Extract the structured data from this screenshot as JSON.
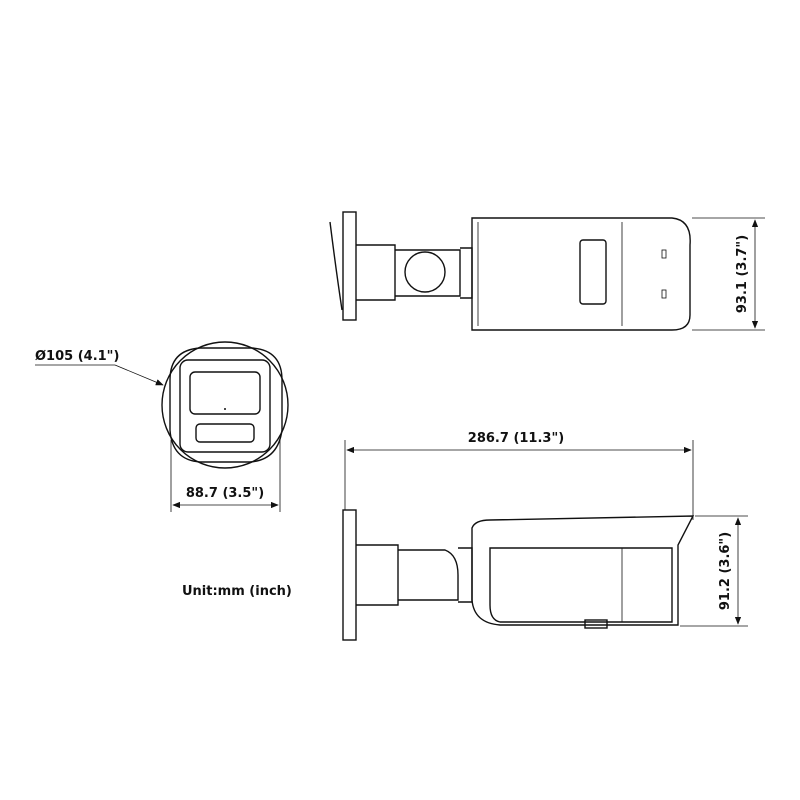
{
  "labels": {
    "diameter": "Ø105 (4.1\")",
    "front_width": "88.7 (3.5\")",
    "unit": "Unit:mm (inch)",
    "length": "286.7 (11.3\")",
    "top_height": "93.1 (3.7\")",
    "side_height": "91.2 (3.6\")"
  }
}
